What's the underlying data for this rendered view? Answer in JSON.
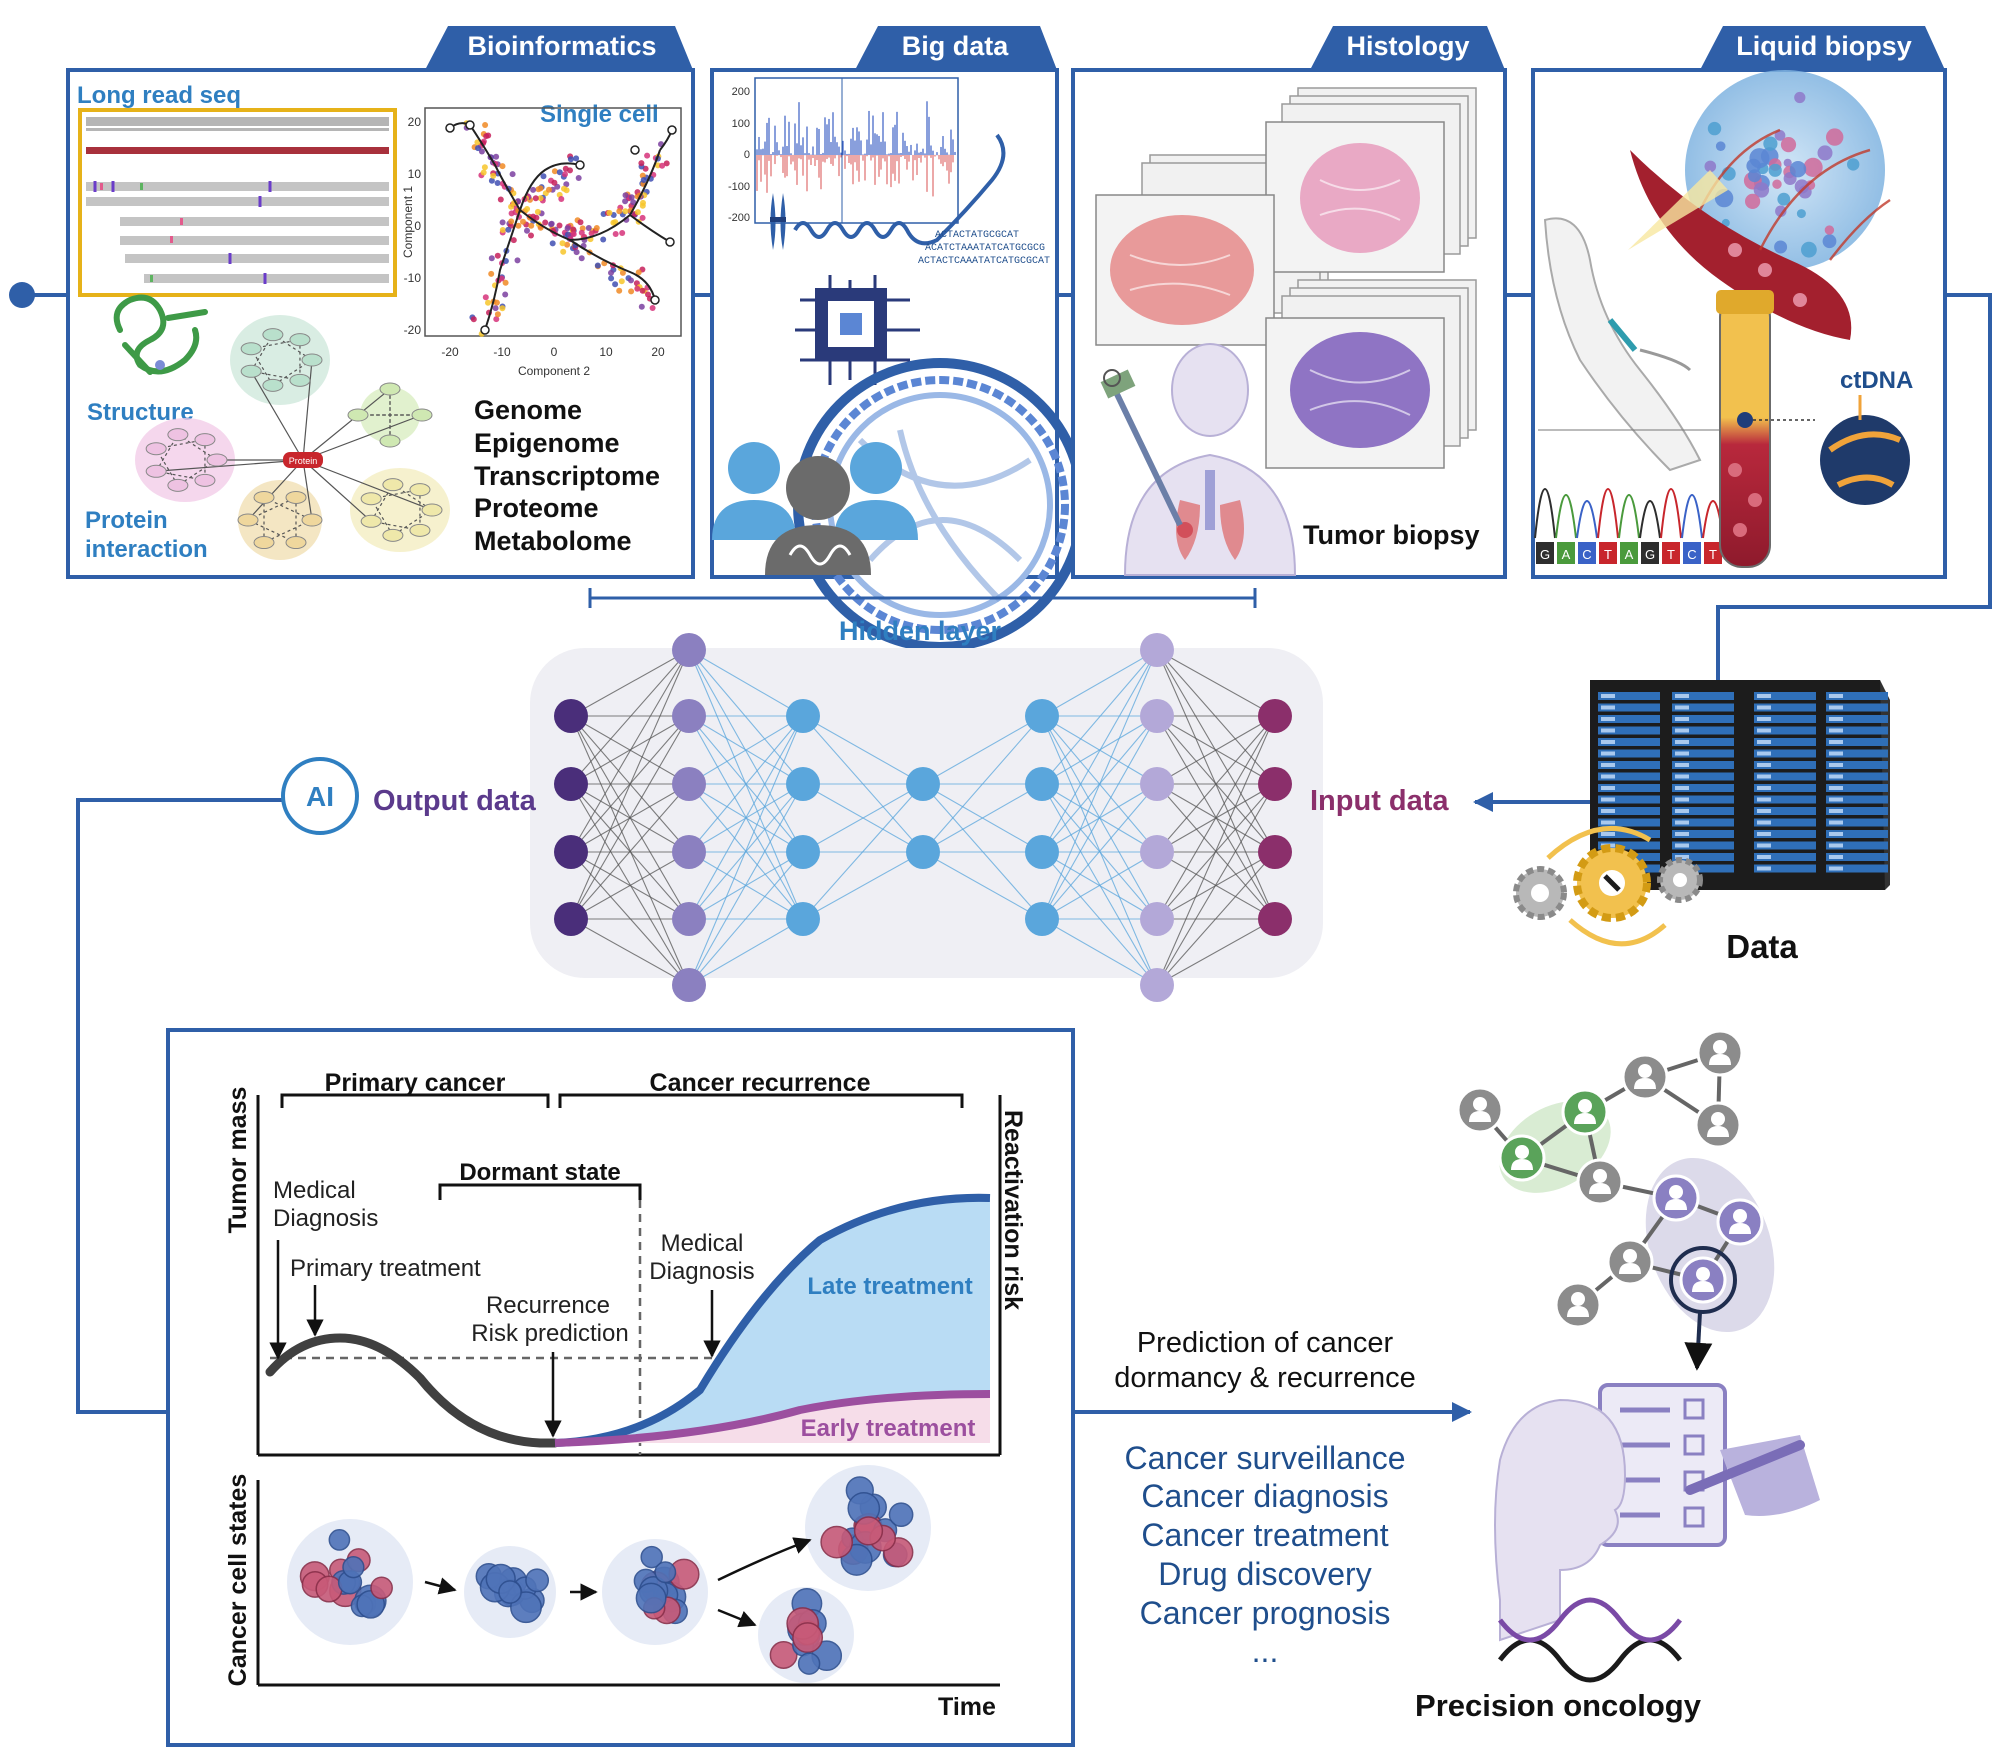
{
  "panels": {
    "bioinformatics": {
      "tab": "Bioinformatics",
      "long_read": "Long read seq",
      "single_cell": "Single cell",
      "structure": "Structure",
      "protein_interaction_1": "Protein",
      "protein_interaction_2": "interaction",
      "umap": {
        "xlabel": "Component 2",
        "ylabel": "Component 1",
        "x_ticks": [
          "-20",
          "-10",
          "0",
          "10",
          "20"
        ],
        "y_ticks": [
          "20",
          "10",
          "0",
          "-10",
          "-20"
        ]
      },
      "omics": [
        "Genome",
        "Epigenome",
        "Transcriptome",
        "Proteome",
        "Metabolome"
      ],
      "hub_label": "Protein"
    },
    "big_data": {
      "tab": "Big data",
      "y_ticks": [
        "200",
        "100",
        "0",
        "-100",
        "-200"
      ],
      "seq_lines": [
        "ACTACTATGCGCAT",
        "ACATCTAAATATCATGCGCG",
        "ACTACTCAAATATCATGCGCAT"
      ]
    },
    "histology": {
      "tab": "Histology",
      "caption": "Tumor biopsy"
    },
    "liquid_biopsy": {
      "tab": "Liquid biopsy",
      "ctdna": "ctDNA",
      "bases": [
        "G",
        "A",
        "C",
        "T",
        "A",
        "G",
        "T",
        "C",
        "T"
      ]
    }
  },
  "network": {
    "hidden_layer": "Hidden layer",
    "output_label": "Output data",
    "input_label": "Input data",
    "ai_badge": "AI",
    "colors": {
      "input": "#8b2f6b",
      "output": "#4a2e7a",
      "hidden_purple": "#8b80c0",
      "hidden_blue": "#5aa6dc"
    }
  },
  "data_center": {
    "label": "Data"
  },
  "timeline": {
    "primary_cancer": "Primary cancer",
    "cancer_recurrence": "Cancer recurrence",
    "dormant_state": "Dormant state",
    "medical_diagnosis_1a": "Medical",
    "medical_diagnosis_1b": "Diagnosis",
    "primary_treatment": "Primary treatment",
    "recurrence_1": "Recurrence",
    "recurrence_2": "Risk prediction",
    "medical_diagnosis_2a": "Medical",
    "medical_diagnosis_2b": "Diagnosis",
    "late_treatment": "Late treatment",
    "early_treatment": "Early treatment",
    "y_label": "Tumor mass",
    "y2_label": "Reactivation risk",
    "lower_y_label": "Cancer cell states",
    "x_label": "Time"
  },
  "applications": {
    "prediction_1": "Prediction of cancer",
    "prediction_2": "dormancy & recurrence",
    "items": [
      "Cancer surveillance",
      "Cancer diagnosis",
      "Cancer treatment",
      "Drug discovery",
      "Cancer prognosis",
      "..."
    ],
    "precision": "Precision oncology"
  },
  "colors": {
    "frame": "#2f5fa8",
    "tab": "#2f5fa8",
    "accent_blue": "#2f7fc1",
    "dark_navy": "#1f4e8c"
  }
}
